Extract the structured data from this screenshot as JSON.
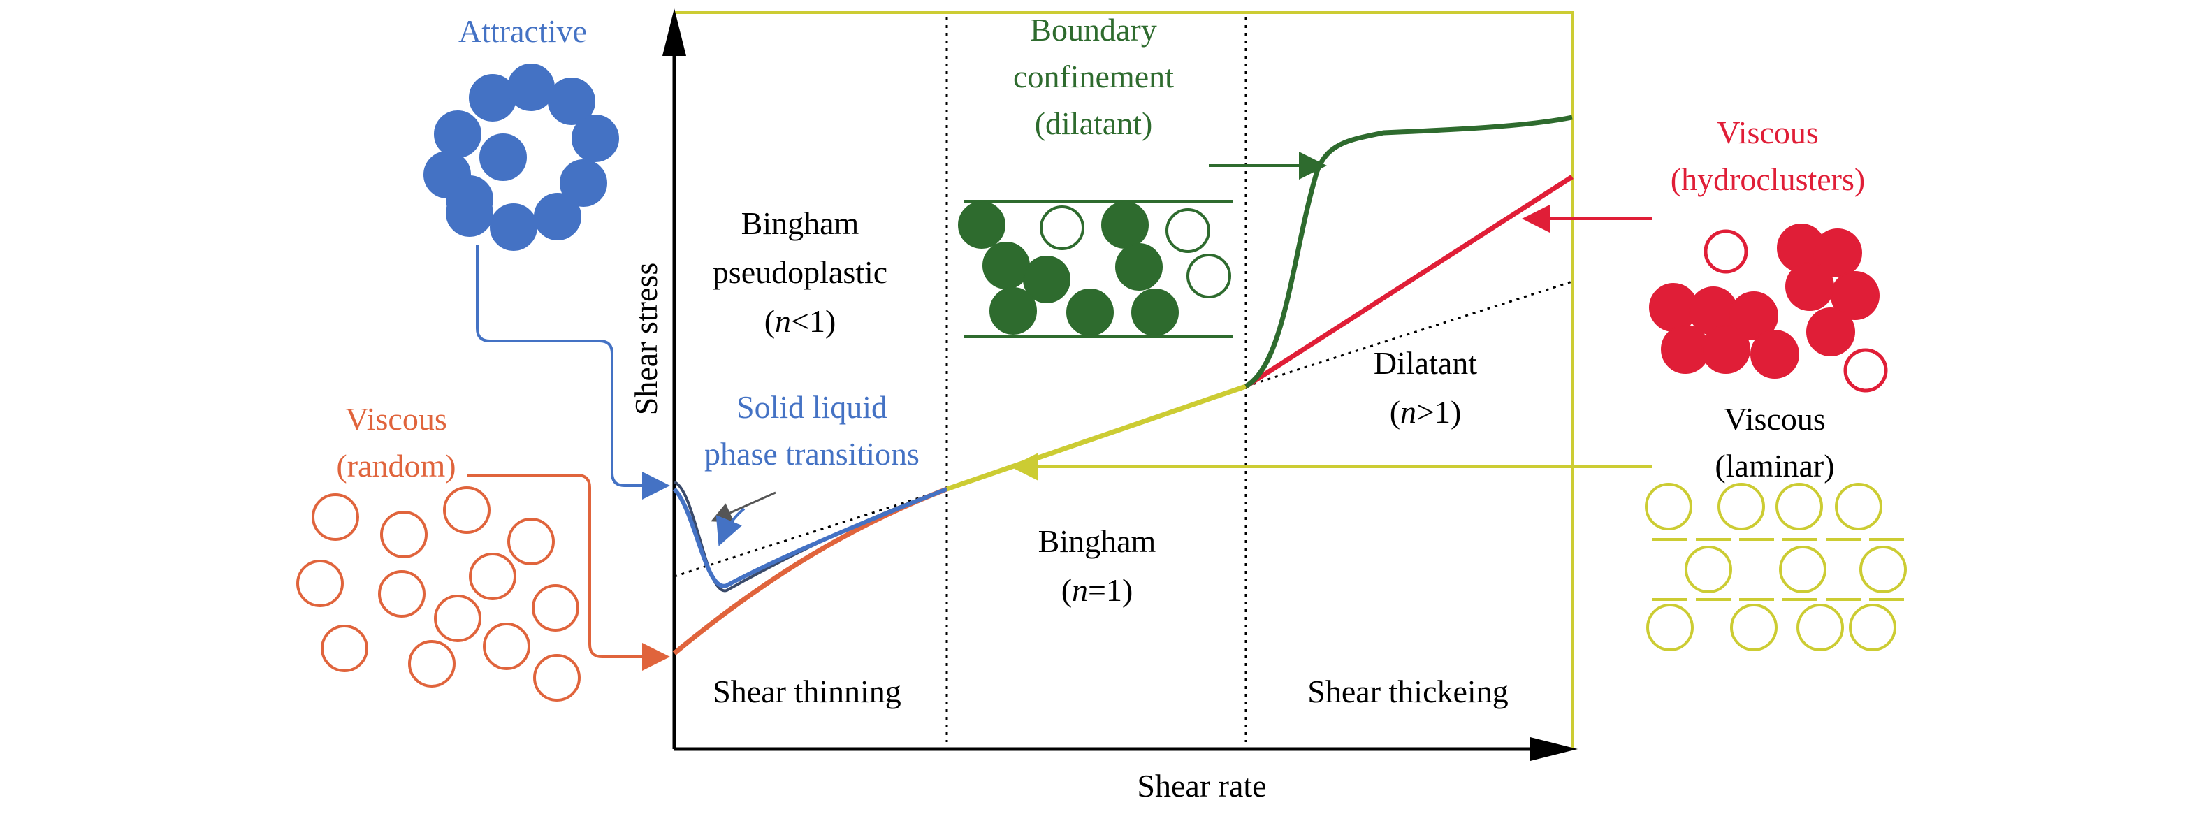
{
  "axes": {
    "x_label": "Shear rate",
    "y_label": "Shear stress"
  },
  "regions": {
    "shear_thinning": "Shear thinning",
    "shear_thickening": "Shear thickeing"
  },
  "models": {
    "bingham_pseudoplastic": {
      "line1": "Bingham",
      "line2": "pseudoplastic",
      "line3_italic": "n",
      "line3_rest": "<1"
    },
    "bingham": {
      "line1": "Bingham",
      "line2_italic": "n",
      "line2_rest": "=1"
    },
    "dilatant": {
      "line1": "Dilatant",
      "line2_italic": "n",
      "line2_rest": ">1"
    }
  },
  "annotations": {
    "attractive": "Attractive",
    "viscous_random_1": "Viscous",
    "viscous_random_2": "(random)",
    "solid_liquid_1": "Solid liquid",
    "solid_liquid_2": "phase transitions",
    "boundary_1": "Boundary",
    "boundary_2": "confinement",
    "boundary_3": "(dilatant)",
    "hydro_1": "Viscous",
    "hydro_2": "(hydroclusters)",
    "laminar_1": "Viscous",
    "laminar_2": "(laminar)"
  },
  "colors": {
    "attractive": "#4472c4",
    "random": "#e0643c",
    "boundary": "#2e6b2e",
    "hydroclusters": "#e01e37",
    "laminar": "#cccc33",
    "axis": "#000000"
  },
  "icons": [
    "arrowhead-icon",
    "particle-circle-icon"
  ]
}
